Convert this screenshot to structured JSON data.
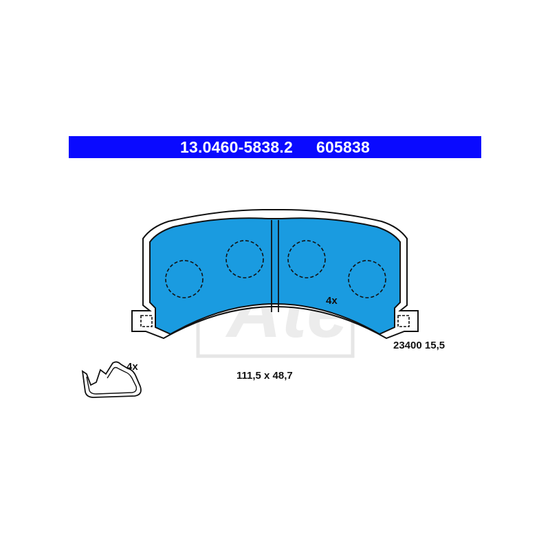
{
  "header": {
    "part_number": "13.0460-5838.2",
    "short_number": "605838",
    "background_color": "#0a0aff",
    "text_color": "#ffffff"
  },
  "pad": {
    "fill_color": "#1a9be0",
    "quantity_label": "4x",
    "spec_label": "23400 15,5"
  },
  "dimensions_label": "111,5 x 48,7",
  "clip": {
    "quantity_label": "4x"
  },
  "watermark": {
    "text": "Ate",
    "color": "#e6e6e6"
  }
}
